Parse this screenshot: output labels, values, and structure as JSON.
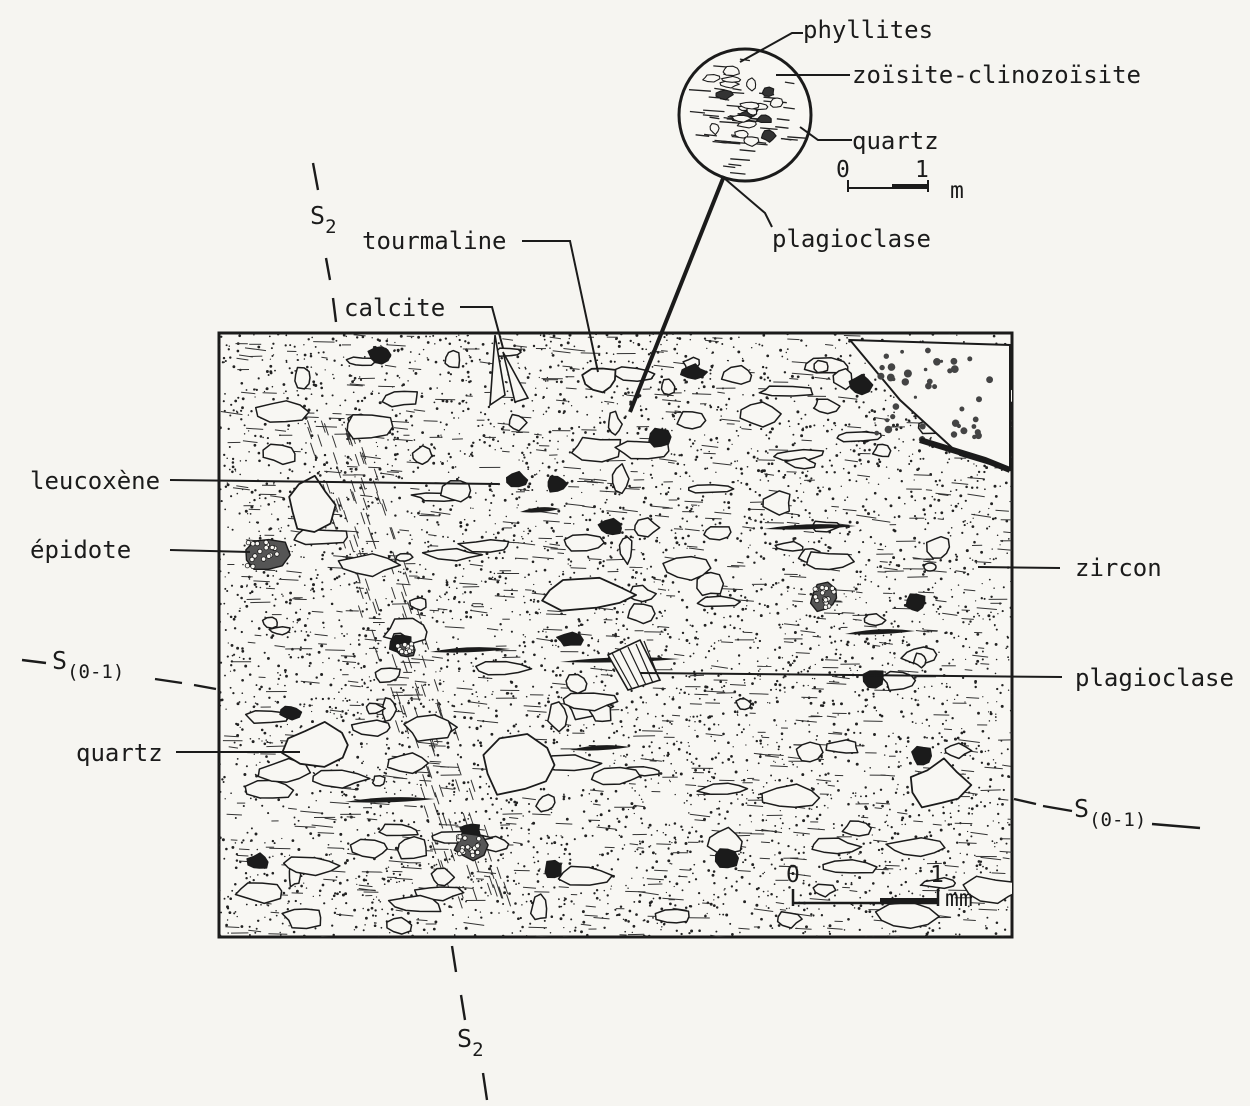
{
  "labels": {
    "phyllites": "phyllites",
    "zoisite": "zoïsite-clinozoïsite",
    "quartz_inset": "quartz",
    "plagioclase_inset": "plagioclase",
    "tourmaline": "tourmaline",
    "calcite": "calcite",
    "leucoxene": "leucoxène",
    "epidote": "épidote",
    "zircon": "zircon",
    "plagioclase": "plagioclase",
    "quartz": "quartz"
  },
  "foliation": {
    "s2_letter": "S",
    "s2_sub": "2",
    "s01_letter": "S",
    "s01_sub": "(0-1)"
  },
  "inset_scale": {
    "zero": "0",
    "one": "1",
    "unit": "m"
  },
  "main_scale": {
    "zero": "0",
    "one": "1",
    "unit": "mm"
  }
}
